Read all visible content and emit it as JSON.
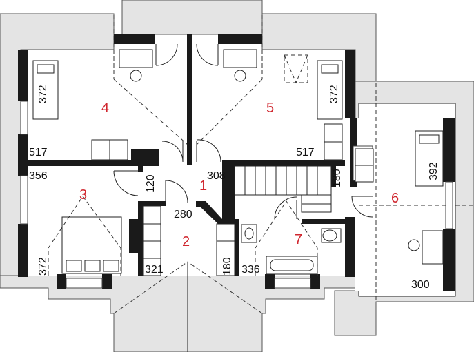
{
  "rooms": [
    {
      "id": "r1",
      "label": "1"
    },
    {
      "id": "r2",
      "label": "2"
    },
    {
      "id": "r3",
      "label": "3"
    },
    {
      "id": "r4",
      "label": "4"
    },
    {
      "id": "r5",
      "label": "5"
    },
    {
      "id": "r6",
      "label": "6"
    },
    {
      "id": "r7",
      "label": "7"
    }
  ],
  "dimensions": {
    "d4_bed": "372",
    "d4_width": "517",
    "d5_bed": "372",
    "d5_width": "517",
    "d3_top": "356",
    "d3_bottom": "372",
    "hall_120": "120",
    "hall_308": "308",
    "hall_280": "280",
    "d2_321": "321",
    "d2_180": "180",
    "d7_336": "336",
    "stairs_180": "180",
    "d6_bed": "392",
    "d6_300": "300"
  },
  "colors": {
    "room_label": "#d0262e",
    "wall": "#1a1a1a",
    "roof": "#e4e4e4"
  }
}
